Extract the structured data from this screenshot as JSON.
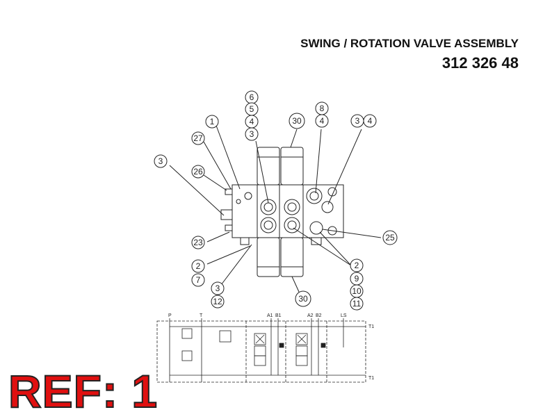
{
  "header": {
    "title": "SWING / ROTATION VALVE ASSEMBLY",
    "part_number": "312 326 48"
  },
  "footer": {
    "ref_label": "REF: 1"
  },
  "callouts": [
    "6",
    "5",
    "4",
    "3",
    "1",
    "27",
    "3",
    "26",
    "23",
    "2",
    "7",
    "3",
    "12",
    "30",
    "8",
    "4",
    "3",
    "4",
    "25",
    "2",
    "9",
    "10",
    "11",
    "30"
  ],
  "schematic_ports": [
    "P",
    "T",
    "A1",
    "B1",
    "A2",
    "B2",
    "LS",
    "T1",
    "T1"
  ]
}
